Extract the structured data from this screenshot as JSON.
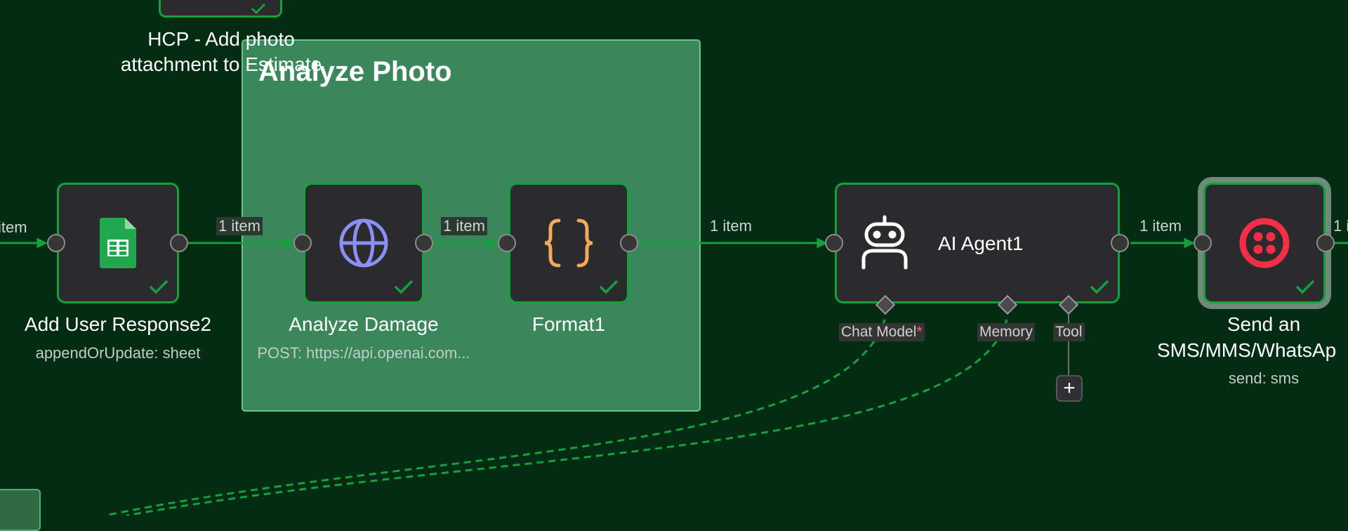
{
  "canvas": {
    "background": "#032c13",
    "sticky_note": {
      "title": "Analyze Photo",
      "color": "#3a875c"
    },
    "edge_color": "#13a13d"
  },
  "top_node": {
    "label_line1": "HCP - Add photo",
    "label_line2": "attachment to Estimate"
  },
  "edges": {
    "left_offscreen": "item",
    "e1": "1 item",
    "e2": "1 item",
    "e3": "1 item",
    "e4": "1 item",
    "right_offscreen": "1 i"
  },
  "nodes": {
    "add_user_response": {
      "title": "Add User Response2",
      "subtitle": "appendOrUpdate: sheet",
      "icon": "google-sheets-icon"
    },
    "analyze_damage": {
      "title": "Analyze Damage",
      "subtitle": "POST: https://api.openai.com...",
      "icon": "globe-icon"
    },
    "format1": {
      "title": "Format1",
      "icon": "braces-icon"
    },
    "ai_agent": {
      "title": "AI Agent1",
      "icon": "robot-icon",
      "ports": {
        "chat_model": "Chat Model",
        "required": "*",
        "memory": "Memory",
        "tool": "Tool"
      },
      "add_tool": "+"
    },
    "send_sms": {
      "title_line1": "Send an",
      "title_line2": "SMS/MMS/WhatsAp",
      "subtitle": "send: sms",
      "icon": "twilio-icon"
    }
  }
}
